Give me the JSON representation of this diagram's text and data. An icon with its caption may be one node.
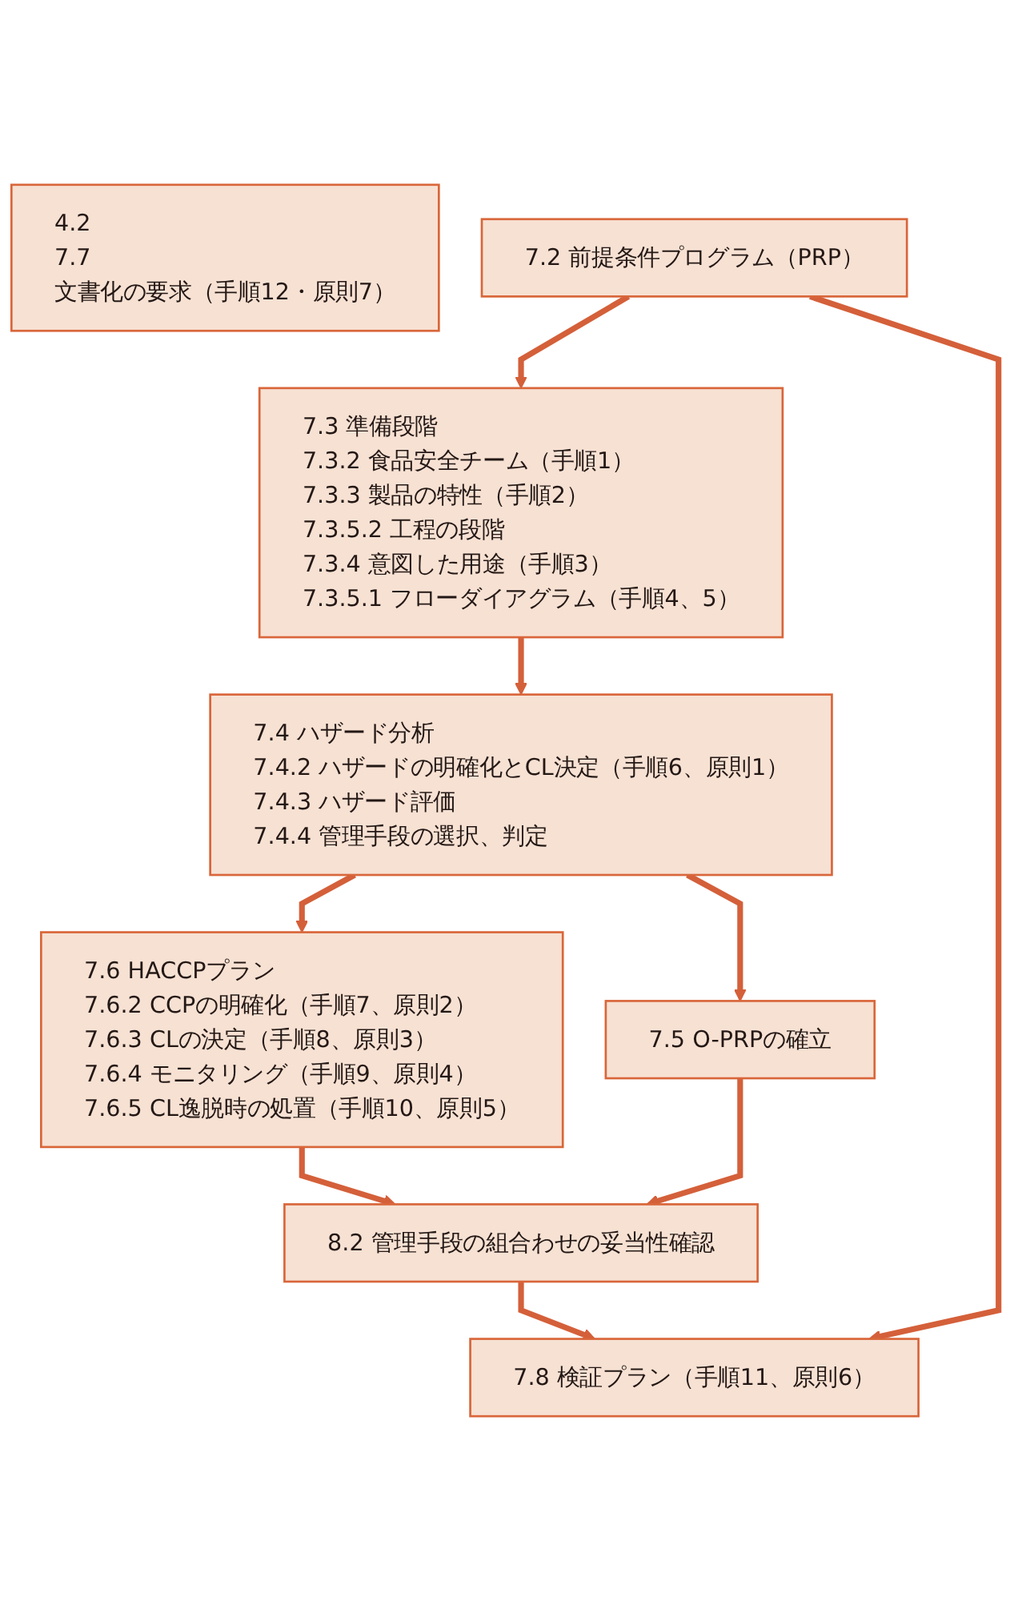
{
  "diagram": {
    "nodes": [
      {
        "text": [
          "4.2",
          "7.7",
          "文書化の要求（手順12・原則7）"
        ]
      },
      {
        "text": [
          "7.2 前提条件プログラム（PRP）"
        ]
      },
      {
        "text": [
          "7.3 準備段階",
          "7.3.2 食品安全チーム（手順1）",
          "7.3.3 製品の特性（手順2）",
          "7.3.5.2 工程の段階",
          "7.3.4 意図した用途（手順3）",
          "7.3.5.1 フローダイアグラム（手順4、5）"
        ]
      },
      {
        "text": [
          "7.4 ハザード分析",
          "7.4.2 ハザードの明確化とCL決定（手順6、原則1）",
          "7.4.3 ハザード評価",
          "7.4.4 管理手段の選択、判定"
        ]
      },
      {
        "text": [
          "7.5 O-PRPの確立"
        ]
      },
      {
        "text": [
          "7.6 HACCPプラン",
          "7.6.2 CCPの明確化（手順7、原則2）",
          "7.6.3 CLの決定（手順8、原則3）",
          "7.6.4 モニタリング（手順9、原則4）",
          "7.6.5 CL逸脱時の処置（手順10、原則5）"
        ]
      },
      {
        "text": [
          "8.2 管理手段の組合わせの妥当性確認"
        ]
      },
      {
        "text": [
          "7.8 検証プラン（手順11、原則6）"
        ]
      }
    ],
    "edges": [
      {
        "from": 1,
        "to": 2,
        "arrow": "to"
      },
      {
        "from": 2,
        "to": 3,
        "arrow": "to"
      },
      {
        "from": 3,
        "to": 4,
        "arrow": "to"
      },
      {
        "from": 3,
        "to": 5,
        "arrow": "to"
      },
      {
        "from": 5,
        "to": 6,
        "arrow": "to"
      },
      {
        "from": 4,
        "to": 6,
        "arrow": "to"
      },
      {
        "from": 6,
        "to": 7,
        "arrow": "to"
      },
      {
        "from": 1,
        "to": 7,
        "arrow": "to"
      }
    ]
  }
}
